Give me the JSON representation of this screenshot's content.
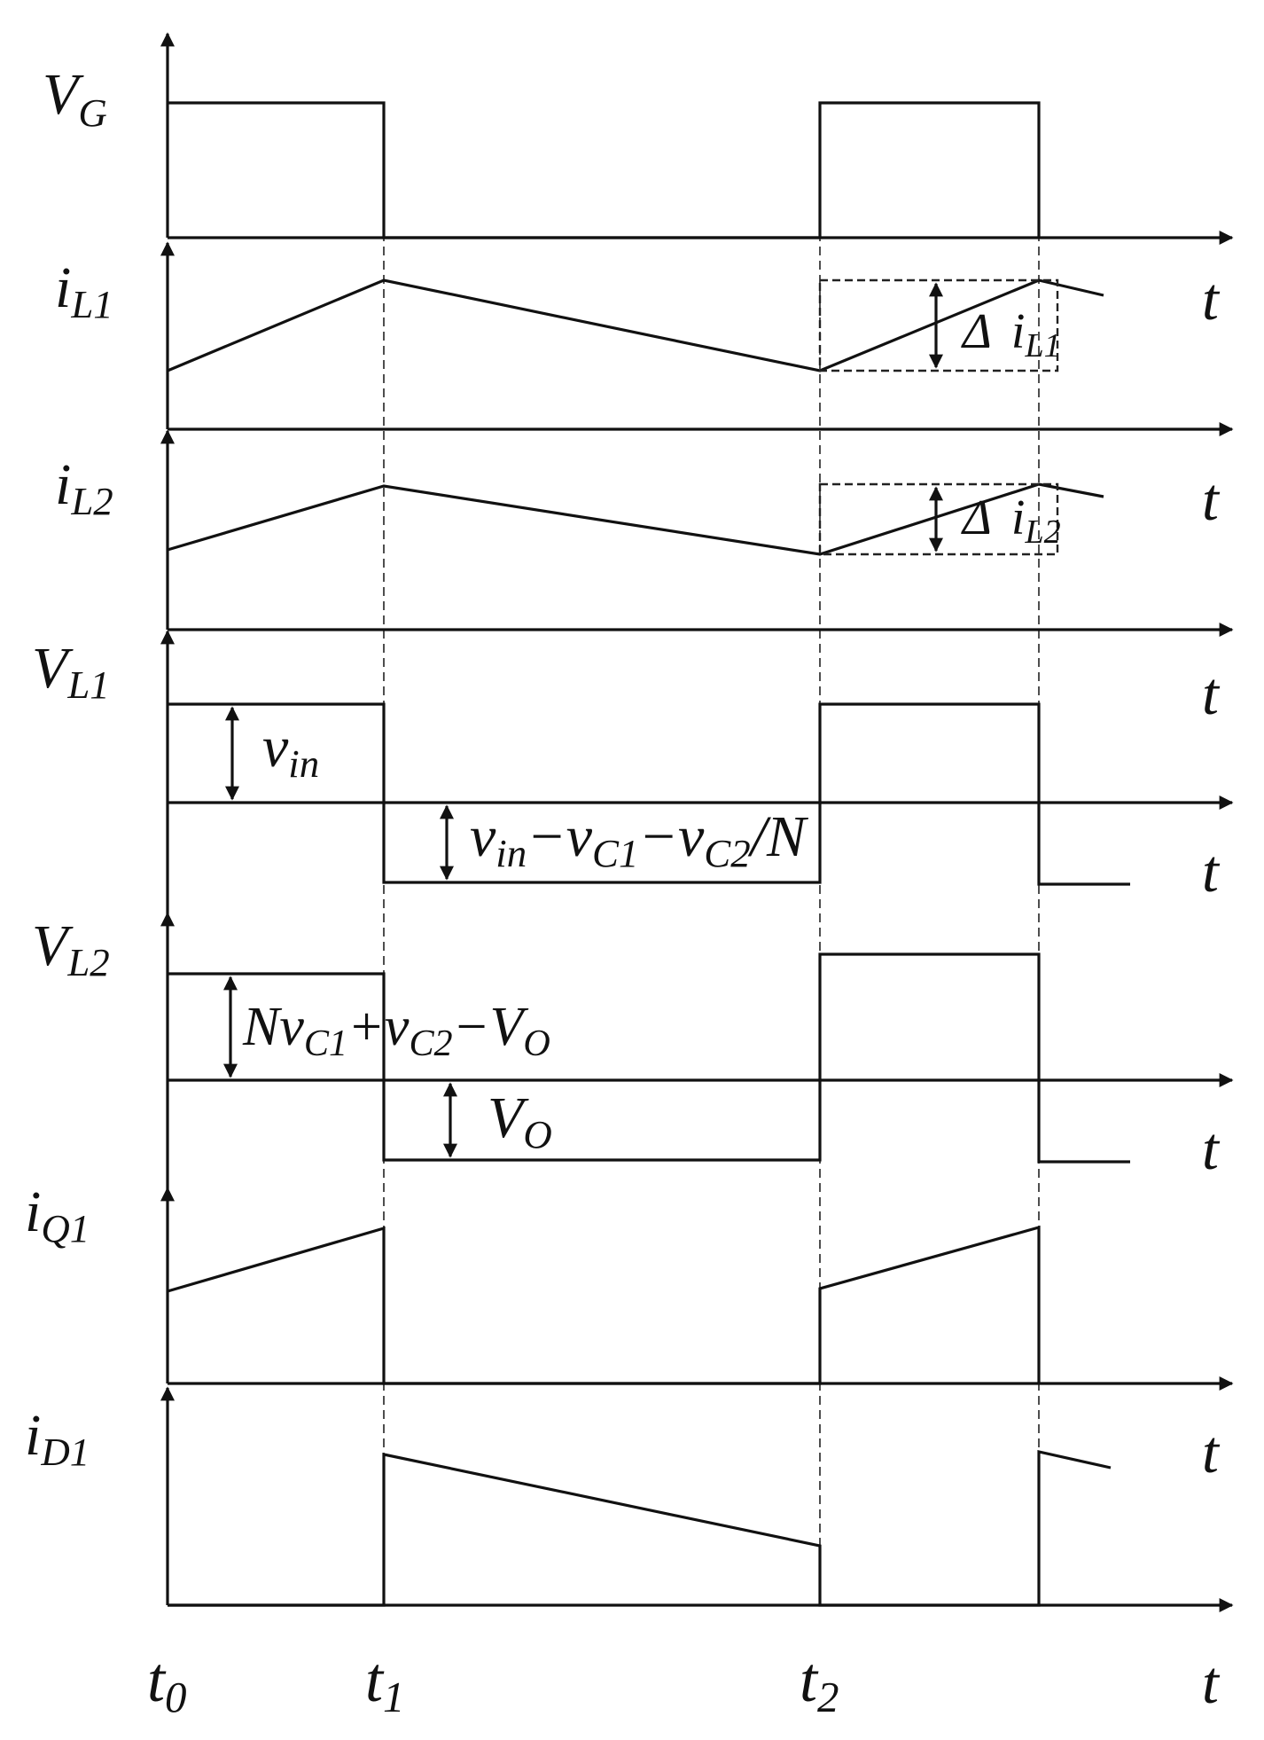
{
  "panels": [
    {
      "id": "vg",
      "label_main": "V",
      "label_sub": "G",
      "axis_label": ""
    },
    {
      "id": "il1",
      "label_main": "i",
      "label_sub": "L1",
      "axis_label": "t"
    },
    {
      "id": "il2",
      "label_main": "i",
      "label_sub": "L2",
      "axis_label": "t"
    },
    {
      "id": "vl1",
      "label_main": "V",
      "label_sub": "L1",
      "axis_label": "t"
    },
    {
      "id": "vl2",
      "label_main": "V",
      "label_sub": "L2",
      "axis_label": "t"
    },
    {
      "id": "iq1",
      "label_main": "i",
      "label_sub": "Q1",
      "axis_label": "t"
    },
    {
      "id": "id1",
      "label_main": "i",
      "label_sub": "D1",
      "axis_label": "t"
    }
  ],
  "annotations": {
    "delta_il1": {
      "delta": "Δ",
      "main": "i",
      "sub": "L1"
    },
    "delta_il2": {
      "delta": "Δ",
      "main": "i",
      "sub": "L2"
    },
    "vl1_on": {
      "main": "v",
      "sub": "in"
    },
    "vl1_off": {
      "p1": "v",
      "p1s": "in",
      "p2": "−v",
      "p2s": "C1",
      "p3": "−v",
      "p3s": "C2",
      "p4": "/N"
    },
    "vl2_on": {
      "p1": "Nv",
      "p1s": "C1",
      "p2": "+v",
      "p2s": "C2",
      "p3": "−V",
      "p3s": "O"
    },
    "vl2_off": {
      "main": "V",
      "sub": "O"
    }
  },
  "time_axis": {
    "labels": [
      {
        "main": "t",
        "sub": "0"
      },
      {
        "main": "t",
        "sub": "1"
      },
      {
        "main": "t",
        "sub": "2"
      }
    ],
    "end_label": "t"
  }
}
